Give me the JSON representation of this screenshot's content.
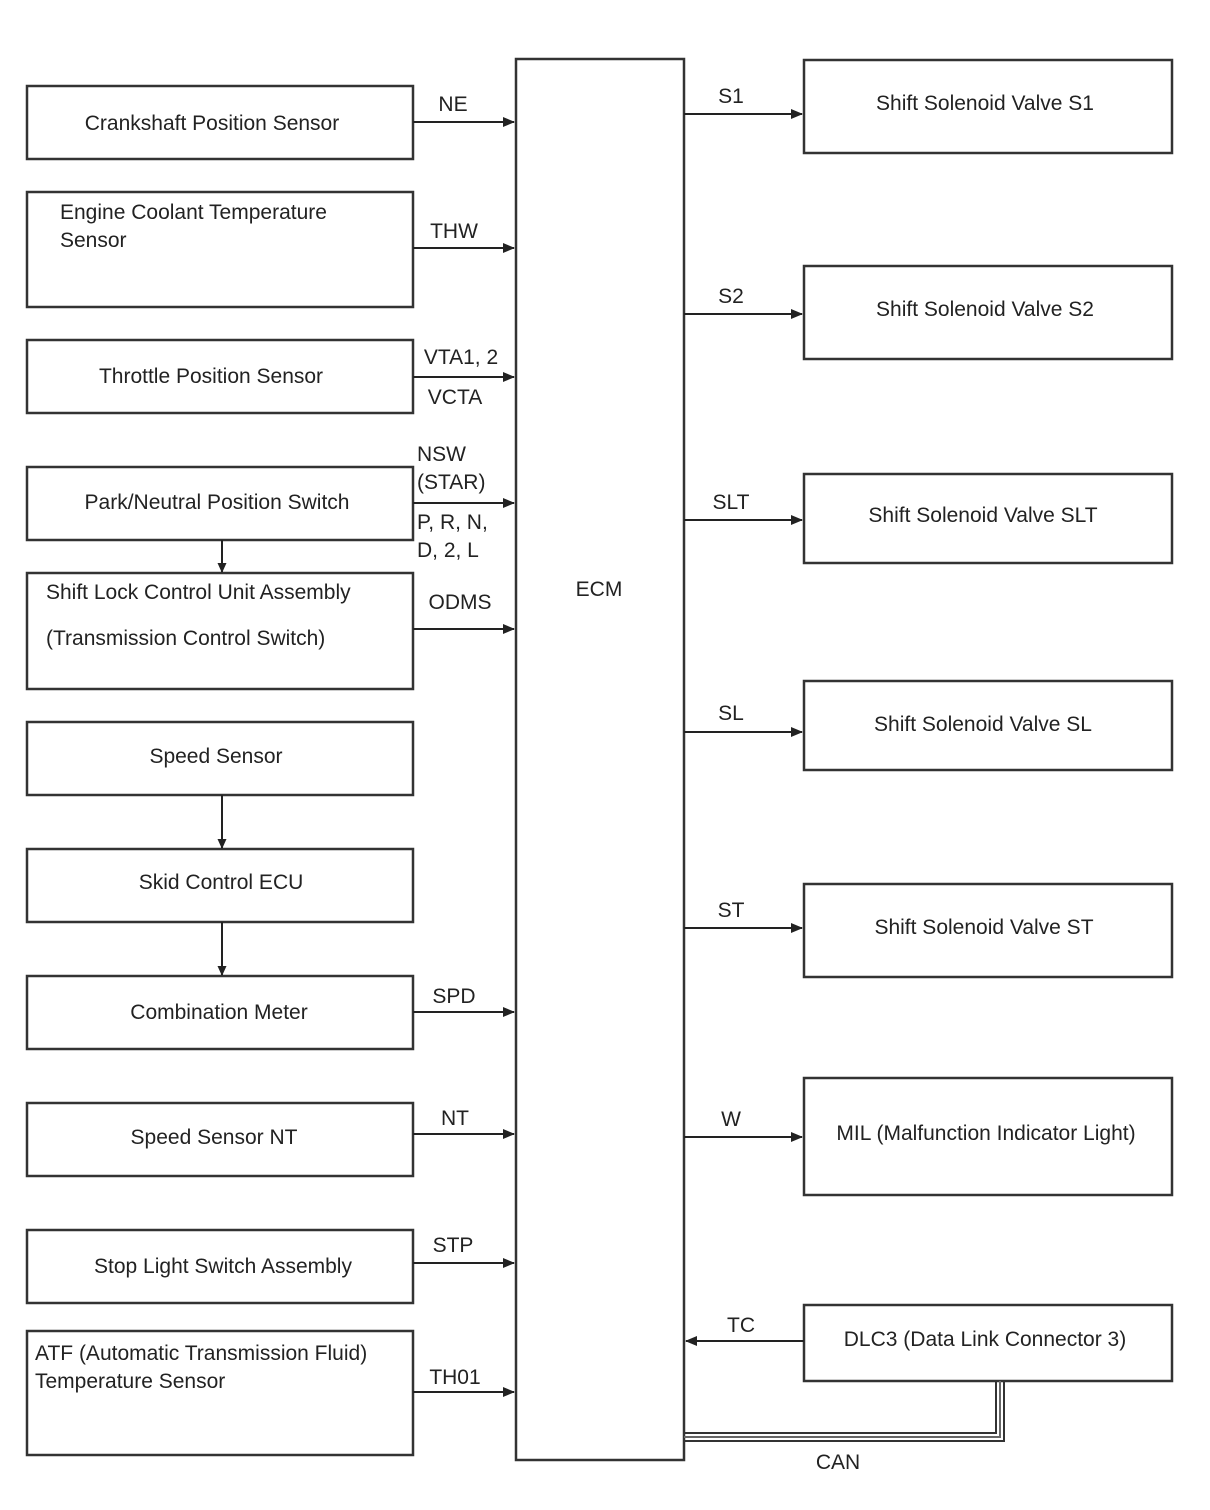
{
  "ecm": {
    "label": "ECM"
  },
  "inputs": {
    "crankshaft": {
      "label": "Crankshaft Position Sensor",
      "signal": "NE"
    },
    "coolant": {
      "line1": "Engine Coolant Temperature",
      "line2": "Sensor",
      "signal": "THW"
    },
    "throttle": {
      "label": "Throttle Position Sensor",
      "signal_top": "VTA1, 2",
      "signal_bottom": "VCTA"
    },
    "park_neutral": {
      "label": "Park/Neutral Position Switch",
      "signal_line1": "NSW",
      "signal_line2": "(STAR)",
      "signal_line3": "P, R, N,",
      "signal_line4": "D, 2, L"
    },
    "shift_lock": {
      "line1": "Shift Lock Control Unit Assembly",
      "line2": "(Transmission Control Switch)",
      "signal": "ODMS"
    },
    "speed_sensor": {
      "label": "Speed Sensor"
    },
    "skid_control": {
      "label": "Skid Control ECU"
    },
    "combination_meter": {
      "label": "Combination Meter",
      "signal": "SPD"
    },
    "speed_sensor_nt": {
      "label": "Speed Sensor NT",
      "signal": "NT"
    },
    "stop_light": {
      "label": "Stop Light Switch Assembly",
      "signal": "STP"
    },
    "atf": {
      "line1": "ATF (Automatic Transmission Fluid)",
      "line2": "Temperature Sensor",
      "signal": "TH01"
    }
  },
  "outputs": {
    "s1": {
      "label": "Shift Solenoid Valve S1",
      "signal": "S1"
    },
    "s2": {
      "label": "Shift Solenoid Valve S2",
      "signal": "S2"
    },
    "slt": {
      "label": "Shift Solenoid Valve SLT",
      "signal": "SLT"
    },
    "sl": {
      "label": "Shift Solenoid Valve SL",
      "signal": "SL"
    },
    "st": {
      "label": "Shift Solenoid Valve ST",
      "signal": "ST"
    },
    "mil": {
      "label": "MIL (Malfunction Indicator Light)",
      "signal": "W"
    },
    "dlc3": {
      "label": "DLC3 (Data Link Connector 3)",
      "signal": "TC",
      "bus": "CAN"
    }
  }
}
